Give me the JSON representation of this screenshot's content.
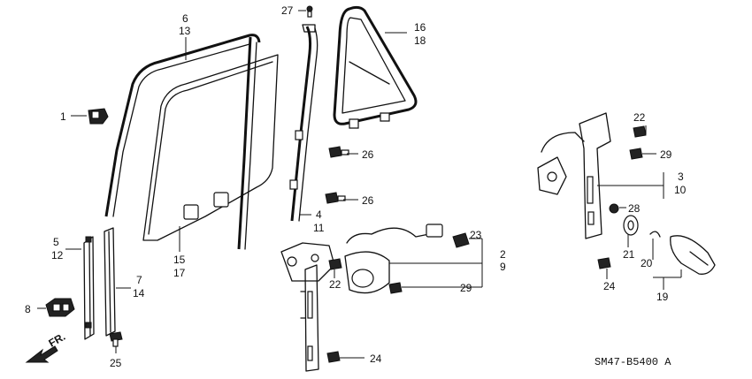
{
  "diagram": {
    "caption": "SM47-B5400 A",
    "direction_label": "FR.",
    "callouts": [
      {
        "id": "c1",
        "label": "1"
      },
      {
        "id": "c2",
        "label": "2"
      },
      {
        "id": "c3",
        "label": "3"
      },
      {
        "id": "c4",
        "label": "4"
      },
      {
        "id": "c5",
        "label": "5"
      },
      {
        "id": "c6",
        "label": "6"
      },
      {
        "id": "c7",
        "label": "7"
      },
      {
        "id": "c8",
        "label": "8"
      },
      {
        "id": "c9",
        "label": "9"
      },
      {
        "id": "c10",
        "label": "10"
      },
      {
        "id": "c11",
        "label": "11"
      },
      {
        "id": "c12",
        "label": "12"
      },
      {
        "id": "c13",
        "label": "13"
      },
      {
        "id": "c14",
        "label": "14"
      },
      {
        "id": "c15",
        "label": "15"
      },
      {
        "id": "c16",
        "label": "16"
      },
      {
        "id": "c17",
        "label": "17"
      },
      {
        "id": "c18",
        "label": "18"
      },
      {
        "id": "c19",
        "label": "19"
      },
      {
        "id": "c20",
        "label": "20"
      },
      {
        "id": "c21",
        "label": "21"
      },
      {
        "id": "c22a",
        "label": "22"
      },
      {
        "id": "c22b",
        "label": "22"
      },
      {
        "id": "c23",
        "label": "23"
      },
      {
        "id": "c24a",
        "label": "24"
      },
      {
        "id": "c24b",
        "label": "24"
      },
      {
        "id": "c25",
        "label": "25"
      },
      {
        "id": "c26a",
        "label": "26"
      },
      {
        "id": "c26b",
        "label": "26"
      },
      {
        "id": "c27",
        "label": "27"
      },
      {
        "id": "c28",
        "label": "28"
      },
      {
        "id": "c29a",
        "label": "29"
      },
      {
        "id": "c29b",
        "label": "29"
      }
    ]
  }
}
